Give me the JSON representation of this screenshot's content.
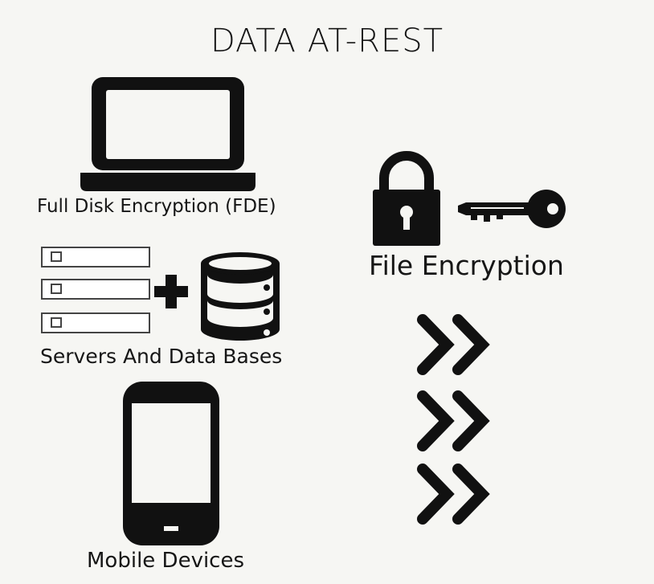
{
  "title": "DATA  AT-REST",
  "labels": {
    "fde": "Full Disk Encryption (FDE)",
    "servers": "Servers And Data Bases",
    "mobile": "Mobile Devices",
    "file": "File Encryption"
  },
  "colors": {
    "background": "#f6f6f3",
    "foreground": "#111111"
  },
  "icons": [
    "laptop-icon",
    "server-rack-icon",
    "plus-icon",
    "database-icon",
    "smartphone-icon",
    "padlock-icon",
    "key-icon",
    "double-chevron-right-icon"
  ]
}
